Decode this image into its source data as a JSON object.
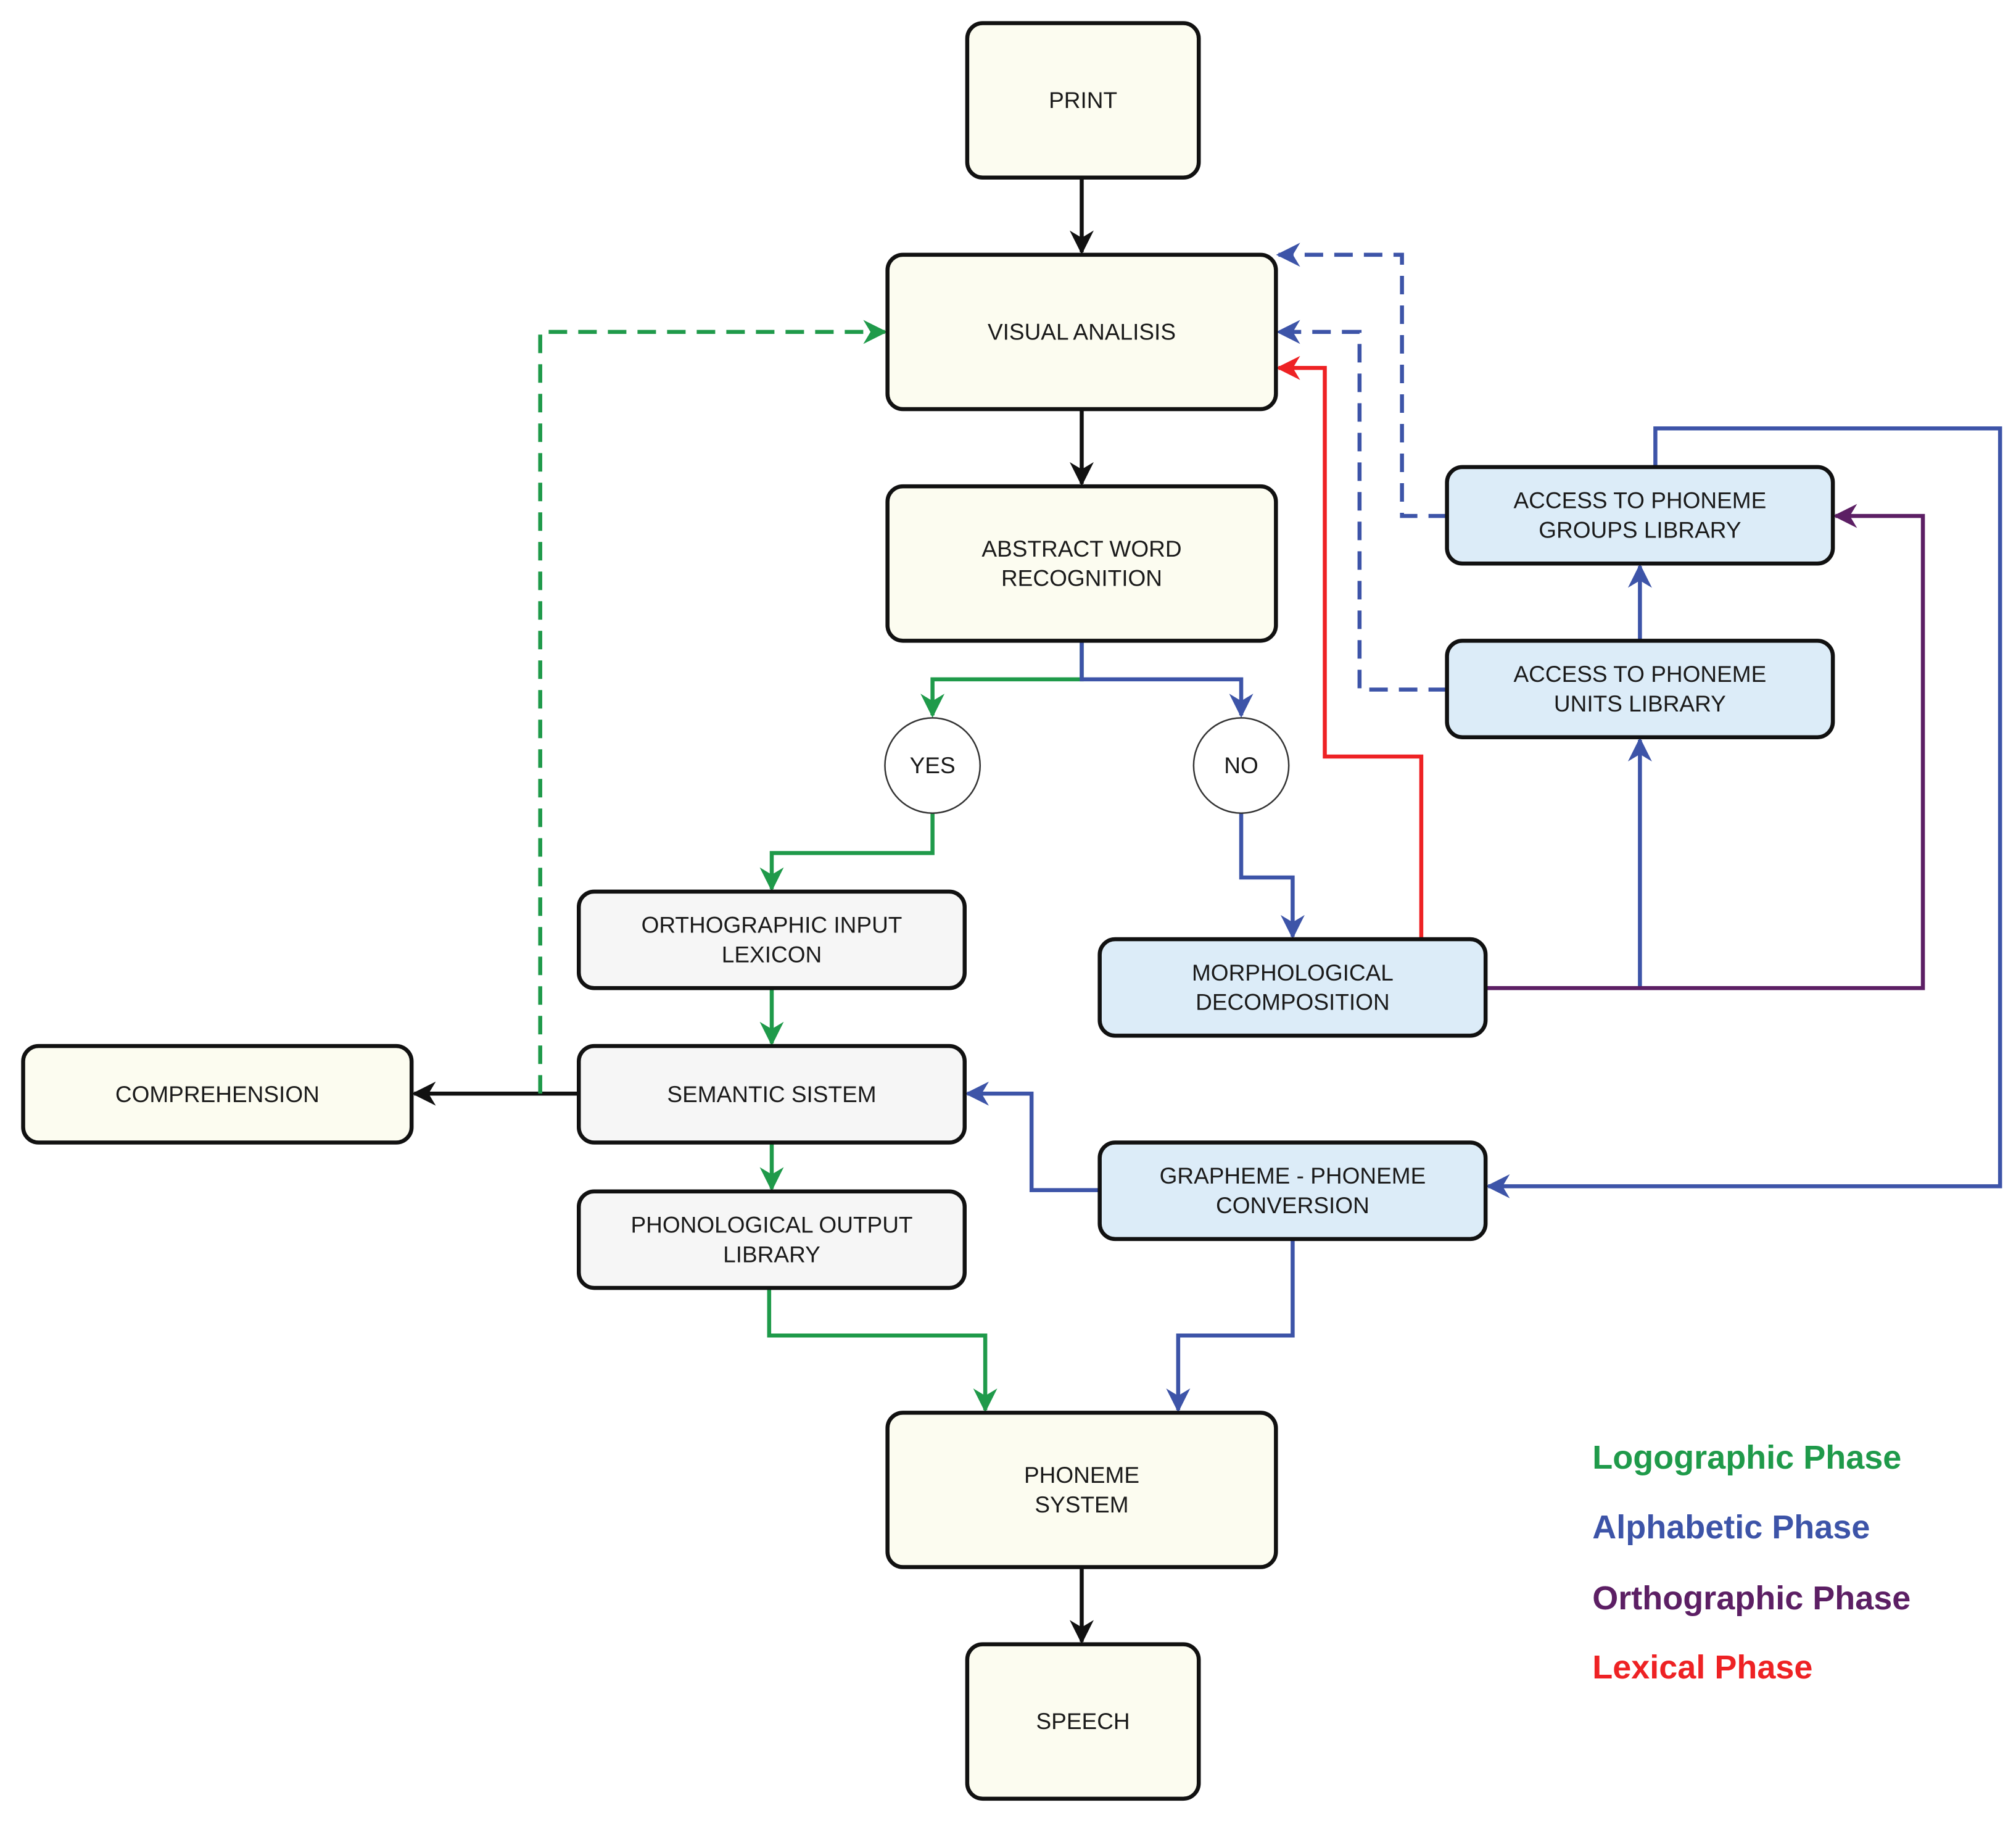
{
  "colors": {
    "logographic": "#1f9a4a",
    "alphabetic": "#3d54a8",
    "orthographic": "#5c1f64",
    "lexical": "#ee2224",
    "neutral": "#111111",
    "box_main_fill": "#fcfcf0",
    "box_lexicon_fill": "#f6f6f6",
    "box_blue_fill": "#dcecf8"
  },
  "nodes": {
    "print": "PRINT",
    "visual_analysis": "VISUAL ANALISIS",
    "abstract_word_recognition": [
      "ABSTRACT WORD",
      "RECOGNITION"
    ],
    "yes": "YES",
    "no": "NO",
    "orthographic_input_lexicon": [
      "ORTHOGRAPHIC INPUT",
      "LEXICON"
    ],
    "semantic_system": "SEMANTIC SISTEM",
    "phonological_output_library": [
      "PHONOLOGICAL OUTPUT",
      "LIBRARY"
    ],
    "comprehension": "COMPREHENSION",
    "morphological_decomposition": [
      "MORPHOLOGICAL",
      "DECOMPOSITION"
    ],
    "access_phoneme_groups": [
      "ACCESS TO PHONEME",
      "GROUPS LIBRARY"
    ],
    "access_phoneme_units": [
      "ACCESS TO PHONEME",
      "UNITS LIBRARY"
    ],
    "grapheme_phoneme_conversion": [
      "GRAPHEME - PHONEME",
      "CONVERSION"
    ],
    "phoneme_system": [
      "PHONEME",
      "SYSTEM"
    ],
    "speech": "SPEECH"
  },
  "legend": [
    {
      "label": "Logographic Phase",
      "color": "#1f9a4a"
    },
    {
      "label": "Alphabetic Phase",
      "color": "#3d54a8"
    },
    {
      "label": "Orthographic Phase",
      "color": "#5c1f64"
    },
    {
      "label": "Lexical Phase",
      "color": "#ee2224"
    }
  ]
}
